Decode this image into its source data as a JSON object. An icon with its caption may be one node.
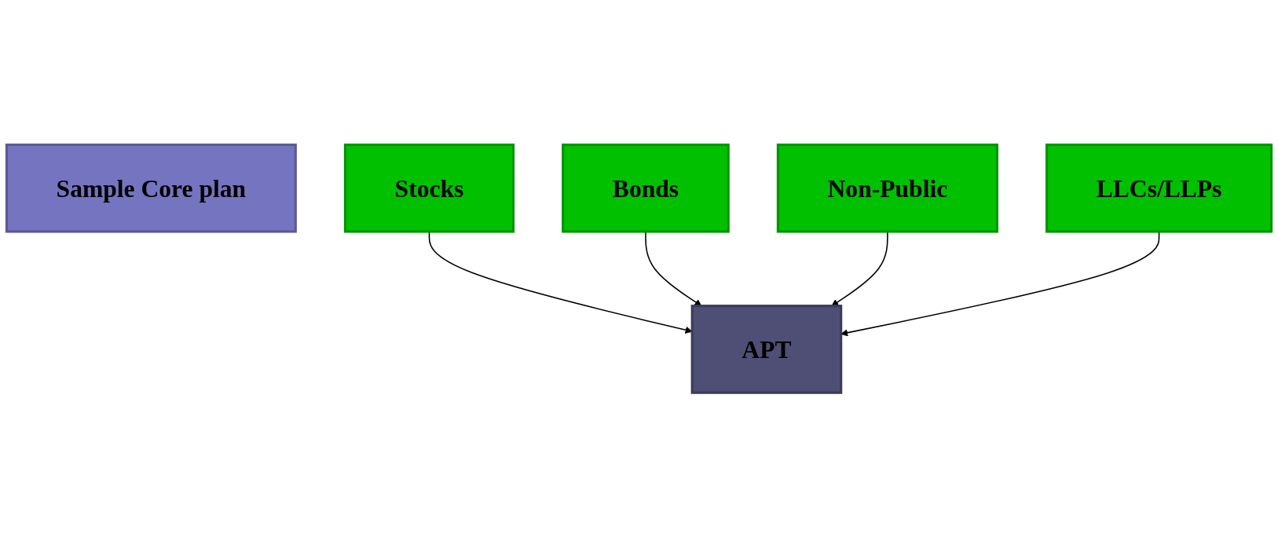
{
  "diagram": {
    "nodes": [
      {
        "text": [
          "Sample Core plan"
        ]
      },
      {
        "text": [
          "Stocks"
        ]
      },
      {
        "text": [
          "Bonds"
        ]
      },
      {
        "text": [
          "Non-Public"
        ]
      },
      {
        "text": [
          "LLCs/LLPs"
        ]
      },
      {
        "text": [
          "APT"
        ]
      }
    ],
    "edges": [
      {
        "from": 1,
        "to": 5,
        "arrow": "to"
      },
      {
        "from": 2,
        "to": 5,
        "arrow": "to"
      },
      {
        "from": 3,
        "to": 5,
        "arrow": "to"
      },
      {
        "from": 4,
        "to": 5,
        "arrow": "to"
      }
    ]
  }
}
